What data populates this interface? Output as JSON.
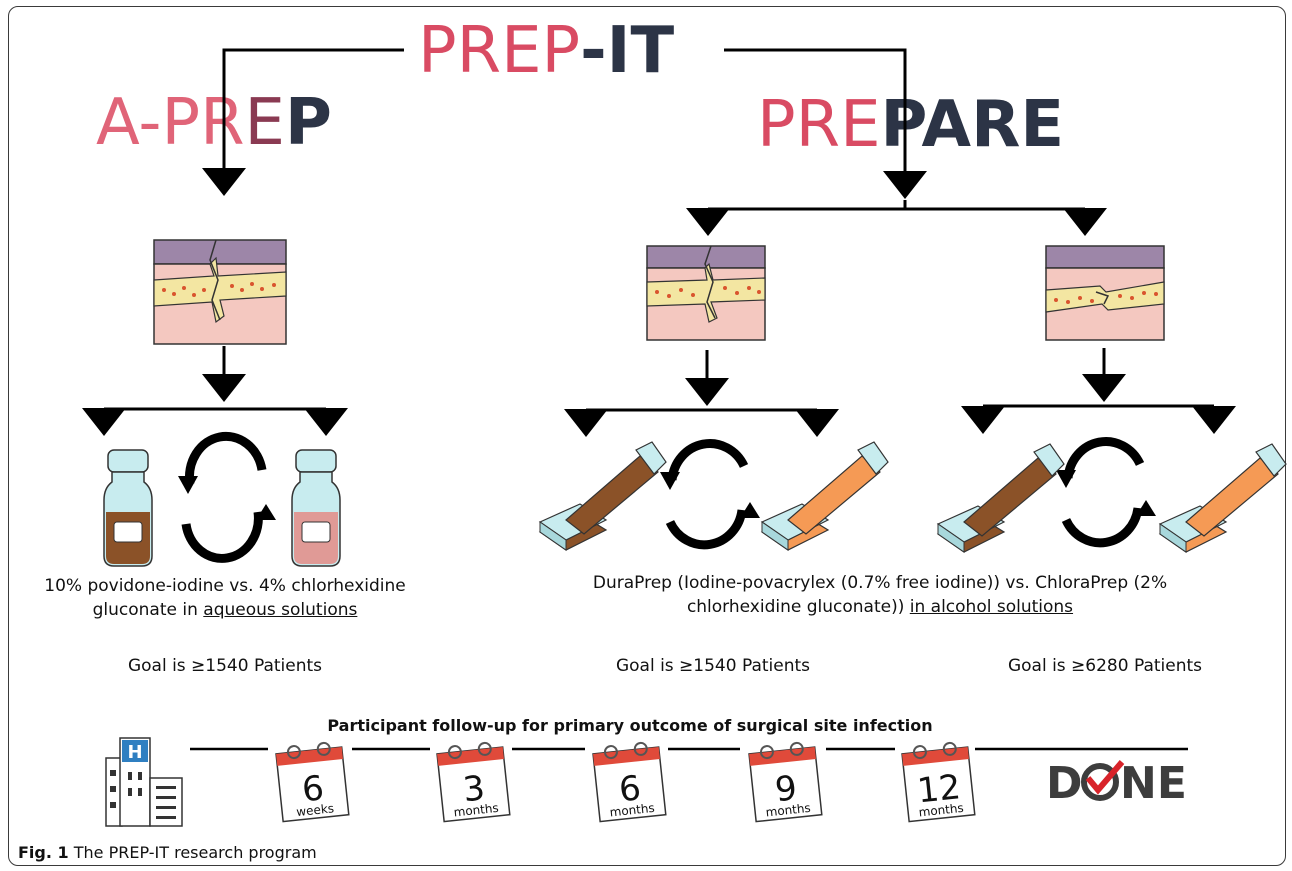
{
  "program": {
    "title_light": "PREP",
    "title_bold": "-IT",
    "study_left_light": "A-PR",
    "study_left_mid": "E",
    "study_left_bold": "P",
    "study_right_light": "PRE",
    "study_right_bold": "PARE"
  },
  "descriptions": {
    "left_line1": "10% povidone-iodine vs. 4% chlorhexidine",
    "left_line2_plain": "gluconate in ",
    "left_line2_underlined": "aqueous solutions",
    "right_line1": "DuraPrep (Iodine-povacrylex (0.7% free iodine)) vs. ChloraPrep (2%",
    "right_line2_plain": "chlorhexidine gluconate)) ",
    "right_line2_underlined": "in alcohol solutions"
  },
  "goals": [
    "Goal is ≥1540 Patients",
    "Goal is ≥1540 Patients",
    "Goal is ≥6280 Patients"
  ],
  "followup": {
    "title": "Participant follow-up for primary outcome of surgical site infection",
    "start_icon": "hospital-icon",
    "hospital_letter": "H",
    "milestones": [
      {
        "number": "6",
        "unit": "weeks"
      },
      {
        "number": "3",
        "unit": "months"
      },
      {
        "number": "6",
        "unit": "months"
      },
      {
        "number": "9",
        "unit": "months"
      },
      {
        "number": "12",
        "unit": "months"
      }
    ],
    "done_label_start": "D",
    "done_label_end": "NE"
  },
  "caption": {
    "label": "Fig. 1",
    "text": " The PREP-IT research program"
  },
  "colors": {
    "title_pink": "#d94b63",
    "title_maroon": "#8a3a52",
    "title_navy": "#2c3446",
    "skin_top": "#9d86a8",
    "skin_pink": "#f4c8c0",
    "fat_yellow": "#f3e6a2",
    "dot_red": "#d9542e",
    "bottle_brown": "#8b5228",
    "bottle_pink": "#e09a96",
    "applicator_brown": "#8b5228",
    "applicator_orange": "#f59a55",
    "cap_blue": "#c8ecef",
    "calendar_red": "#e04a3a",
    "done_check": "#d8232a",
    "done_grey": "#3d3d3d"
  }
}
